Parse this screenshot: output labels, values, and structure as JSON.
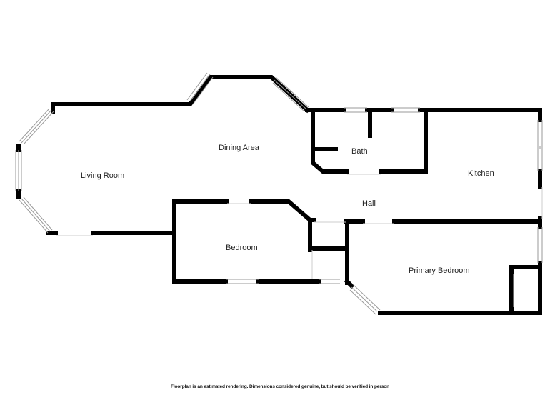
{
  "rooms": {
    "living_room": "Living Room",
    "dining_area": "Dining Area",
    "bath": "Bath",
    "kitchen": "Kitchen",
    "hall": "Hall",
    "bedroom": "Bedroom",
    "primary_bedroom": "Primary Bedroom"
  },
  "footer": "Floorplan is an estimated rendering.  Dimensions considered genuine, but should be verified in person",
  "colors": {
    "wall": "#000000",
    "window": "#9a9a9a",
    "background": "#ffffff"
  }
}
